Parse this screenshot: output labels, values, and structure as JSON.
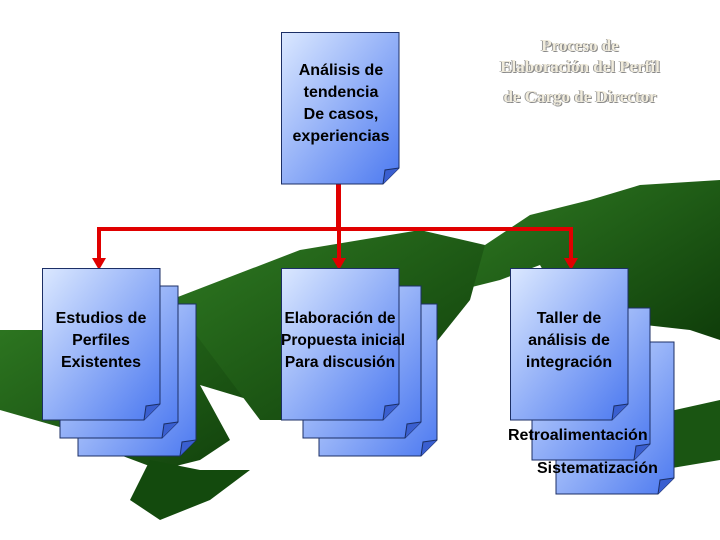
{
  "title": {
    "line1": "Proceso de",
    "line2": "Elaboración del Perfil",
    "line3": "de Cargo de Director"
  },
  "documents": {
    "analisis": [
      "Análisis de",
      "tendencia",
      "De casos,",
      "experiencias"
    ],
    "estudios": [
      "Estudios de",
      "Perfiles",
      "Existentes"
    ],
    "elaboracion": [
      "Elaboración de",
      "Propuesta inicial",
      "Para discusión"
    ],
    "taller": [
      "Taller de",
      "análisis de",
      "integración"
    ]
  },
  "labels": {
    "retroalimentacion": "Retroalimentación",
    "sistematizacion": "Sistematización"
  },
  "colors": {
    "doc_light": "#d7e6ff",
    "doc_dark": "#4f7df2",
    "connector": "#e00000",
    "hands": "#1b5a12"
  }
}
